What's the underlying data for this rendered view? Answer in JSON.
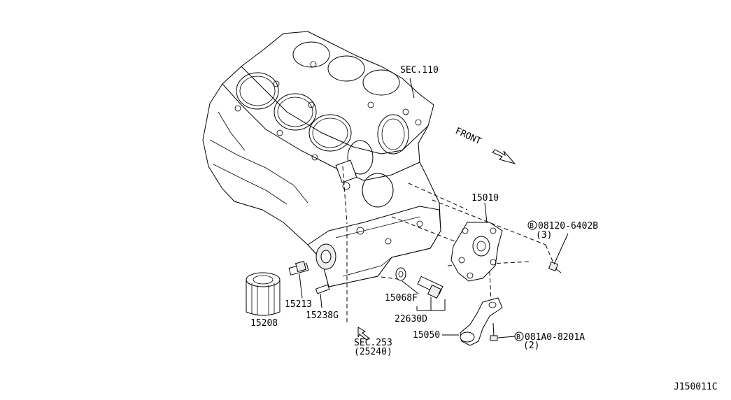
{
  "labels": {
    "sec110": "SEC.110",
    "front": "FRONT",
    "p15010": "15010",
    "bolt1_code": "08120-6402B",
    "bolt1_qty": "(3)",
    "bolt_marker": "B",
    "p15208": "15208",
    "p15213": "15213",
    "p15238g": "15238G",
    "p15068f": "15068F",
    "p22630d": "22630D",
    "p15050": "15050",
    "bolt2_code": "081A0-8201A",
    "bolt2_qty": "(2)",
    "sec253": "SEC.253",
    "sec253_ref": "(25240)",
    "diagram_id": "J150011C"
  }
}
